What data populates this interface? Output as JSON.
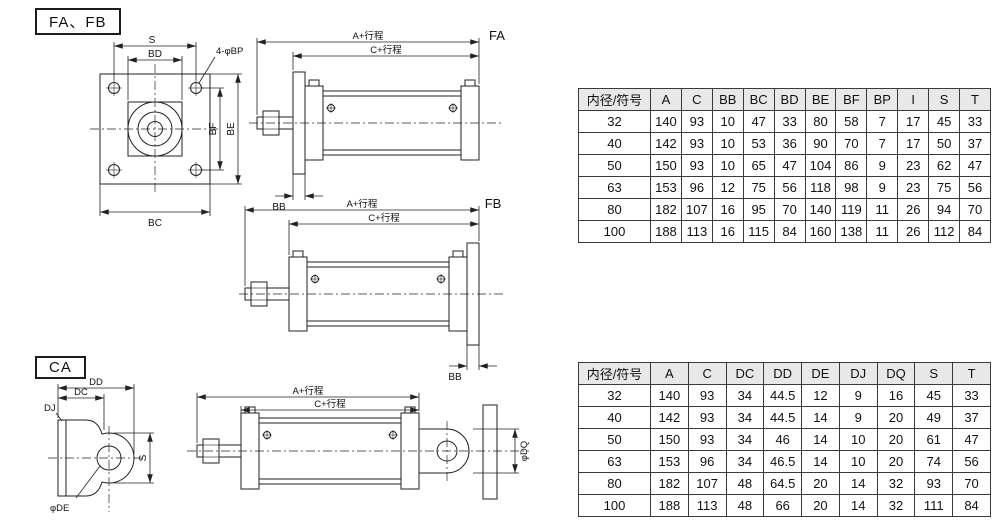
{
  "sections": {
    "fa_fb": {
      "label": "FA、FB"
    },
    "ca": {
      "label": "CA"
    }
  },
  "drawings": {
    "front_view": {
      "dim_s": "S",
      "dim_bd": "BD",
      "dim_bp": "4-φBP",
      "dim_bf": "BF",
      "dim_be": "BE",
      "dim_bc": "BC"
    },
    "fa": {
      "label": "FA",
      "dim_a": "A+行程",
      "dim_c": "C+行程",
      "dim_bb": "BB"
    },
    "fb": {
      "label": "FB",
      "dim_a": "A+行程",
      "dim_c": "C+行程",
      "dim_bb": "BB"
    },
    "ca_front": {
      "dim_dd": "DD",
      "dim_dc": "DC",
      "dim_dj": "DJ",
      "dim_de": "φDE",
      "dim_s": "S"
    },
    "ca_side": {
      "dim_a": "A+行程",
      "dim_c": "C+行程",
      "dim_dq": "φDQ"
    }
  },
  "tables": {
    "fa_fb": {
      "headers": [
        "内径/符号",
        "A",
        "C",
        "BB",
        "BC",
        "BD",
        "BE",
        "BF",
        "BP",
        "I",
        "S",
        "T"
      ],
      "rows": [
        [
          "32",
          "140",
          "93",
          "10",
          "47",
          "33",
          "80",
          "58",
          "7",
          "17",
          "45",
          "33"
        ],
        [
          "40",
          "142",
          "93",
          "10",
          "53",
          "36",
          "90",
          "70",
          "7",
          "17",
          "50",
          "37"
        ],
        [
          "50",
          "150",
          "93",
          "10",
          "65",
          "47",
          "104",
          "86",
          "9",
          "23",
          "62",
          "47"
        ],
        [
          "63",
          "153",
          "96",
          "12",
          "75",
          "56",
          "118",
          "98",
          "9",
          "23",
          "75",
          "56"
        ],
        [
          "80",
          "182",
          "107",
          "16",
          "95",
          "70",
          "140",
          "119",
          "11",
          "26",
          "94",
          "70"
        ],
        [
          "100",
          "188",
          "113",
          "16",
          "115",
          "84",
          "160",
          "138",
          "11",
          "26",
          "112",
          "84"
        ]
      ]
    },
    "ca": {
      "headers": [
        "内径/符号",
        "A",
        "C",
        "DC",
        "DD",
        "DE",
        "DJ",
        "DQ",
        "S",
        "T"
      ],
      "rows": [
        [
          "32",
          "140",
          "93",
          "34",
          "44.5",
          "12",
          "9",
          "16",
          "45",
          "33"
        ],
        [
          "40",
          "142",
          "93",
          "34",
          "44.5",
          "14",
          "9",
          "20",
          "49",
          "37"
        ],
        [
          "50",
          "150",
          "93",
          "34",
          "46",
          "14",
          "10",
          "20",
          "61",
          "47"
        ],
        [
          "63",
          "153",
          "96",
          "34",
          "46.5",
          "14",
          "10",
          "20",
          "74",
          "56"
        ],
        [
          "80",
          "182",
          "107",
          "48",
          "64.5",
          "20",
          "14",
          "32",
          "93",
          "70"
        ],
        [
          "100",
          "188",
          "113",
          "48",
          "66",
          "20",
          "14",
          "32",
          "111",
          "84"
        ]
      ]
    }
  }
}
